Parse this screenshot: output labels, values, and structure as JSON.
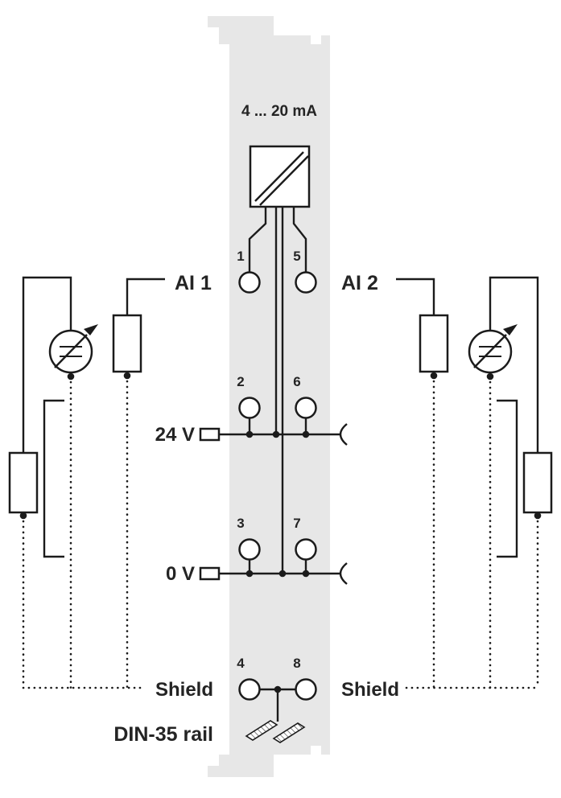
{
  "diagram": {
    "type": "terminal-wiring-diagram",
    "module_title": "4 ... 20 mA",
    "terminal_numbers": [
      "1",
      "5",
      "2",
      "6",
      "3",
      "7",
      "4",
      "8"
    ],
    "labels": {
      "ai1": "AI 1",
      "ai2": "AI 2",
      "v24": "24 V",
      "v0": "0 V",
      "shield_left": "Shield",
      "shield_right": "Shield",
      "din_rail": "DIN-35 rail"
    },
    "colors": {
      "module_fill": "#e7e7e7",
      "line": "#1b1b1b",
      "background": "#ffffff"
    }
  }
}
